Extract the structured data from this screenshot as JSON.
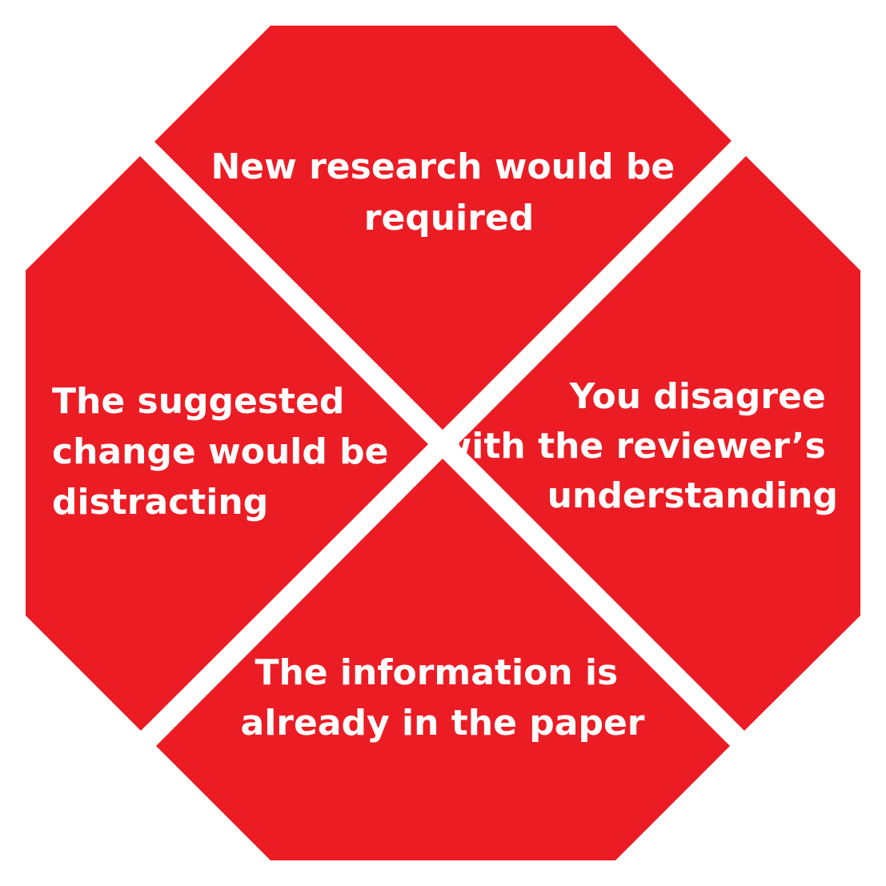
{
  "colors": {
    "segment_fill": "#EC1C24",
    "segment_text": "#FFFFFF",
    "background": "#FFFFFF"
  },
  "segments": {
    "top": {
      "lines": [
        "New research would be",
        "required"
      ]
    },
    "left": {
      "lines": [
        "The suggested",
        "change would be",
        "distracting"
      ]
    },
    "right": {
      "lines": [
        "You disagree",
        "with the reviewer’s",
        "understanding"
      ]
    },
    "bottom": {
      "lines": [
        "The information is",
        "already in the paper"
      ]
    }
  }
}
